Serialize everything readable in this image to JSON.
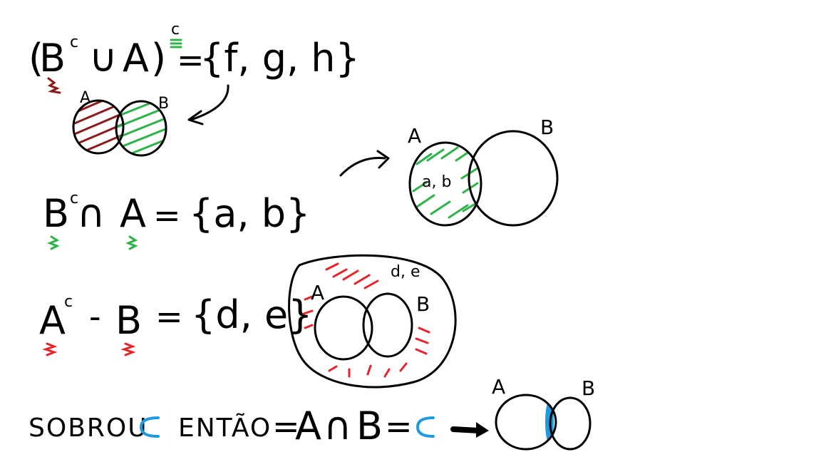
{
  "line1": {
    "open_paren": "(",
    "set_b": "B",
    "comp_b": "c",
    "union": "∪",
    "set_a": "A",
    "close_paren": ")",
    "comp_outer": "c",
    "equals": "=",
    "result": "{f, g, h}"
  },
  "line2": {
    "set_b": "B",
    "comp_b": "c",
    "intersect": "∩",
    "set_a": "A",
    "equals": "=",
    "result": "{a, b}"
  },
  "line3": {
    "set_a": "A",
    "comp_a": "c",
    "minus": "-",
    "set_b": "B",
    "equals": "=",
    "result": "{d, e}"
  },
  "line4": {
    "word1": "SOBROU",
    "word2": "ENTÃO",
    "equals1": "=",
    "set_a": "A",
    "intersect": "∩",
    "set_b": "B",
    "equals2": "="
  },
  "venn1": {
    "label_a": "A",
    "label_b": "B"
  },
  "venn2": {
    "label_a": "A",
    "label_b": "B",
    "inner": "a, b"
  },
  "venn3": {
    "label_a": "A",
    "label_b": "B",
    "outer": "d, e"
  },
  "venn4": {
    "label_a": "A",
    "label_b": "B"
  },
  "colors": {
    "ink": "#000000",
    "maroon": "#8b1a1a",
    "green": "#2db34a",
    "red": "#e8232a",
    "cyan": "#1e9be0"
  }
}
